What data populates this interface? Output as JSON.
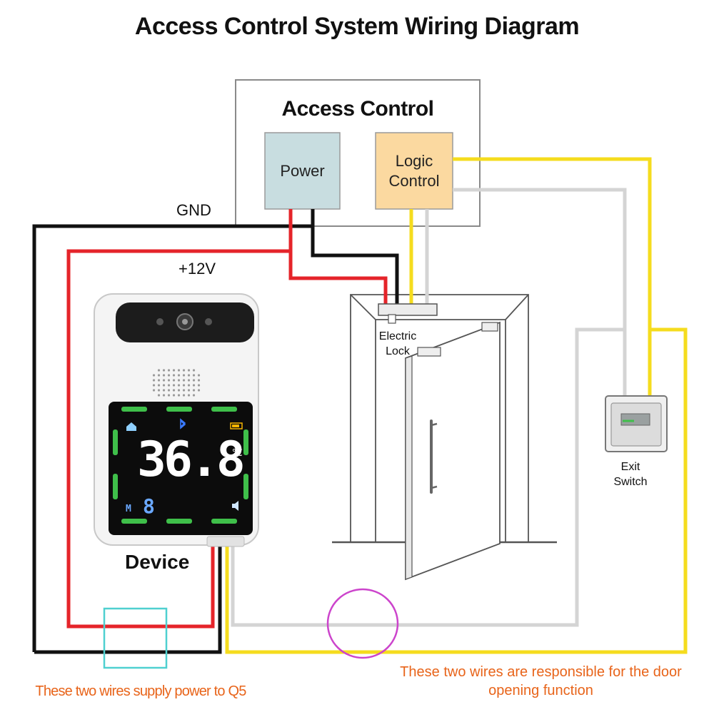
{
  "title": "Access Control System Wiring Diagram",
  "access_control": {
    "title": "Access Control",
    "power_label": "Power",
    "logic_label": "Logic Control"
  },
  "wires": {
    "gnd_label": "GND",
    "v12_label": "+12V"
  },
  "components": {
    "electric_lock_label": "Electric Lock",
    "exit_switch_label": "Exit Switch",
    "device_label": "Device"
  },
  "device_screen": {
    "temperature": "36.8",
    "unit": "°C",
    "mode": "M",
    "count": "8"
  },
  "notes": {
    "power_note": "These two wires supply power to Q5",
    "door_note": "These two wires are responsible for the door opening function"
  },
  "colors": {
    "gnd_wire": "#111111",
    "power_wire": "#e5242a",
    "signal_wire": "#f5dc1e",
    "common_wire": "#d4d4d4",
    "power_box": "#c8dde0",
    "logic_box": "#fbd9a0",
    "note_text": "#e8641a",
    "highlight_power": "#4fd0d0",
    "highlight_door": "#cc44cc",
    "screen_green": "#3fbf4a"
  },
  "icons": [
    "home-icon",
    "bluetooth-icon",
    "battery-icon",
    "speaker-icon",
    "camera-lens-icon"
  ]
}
